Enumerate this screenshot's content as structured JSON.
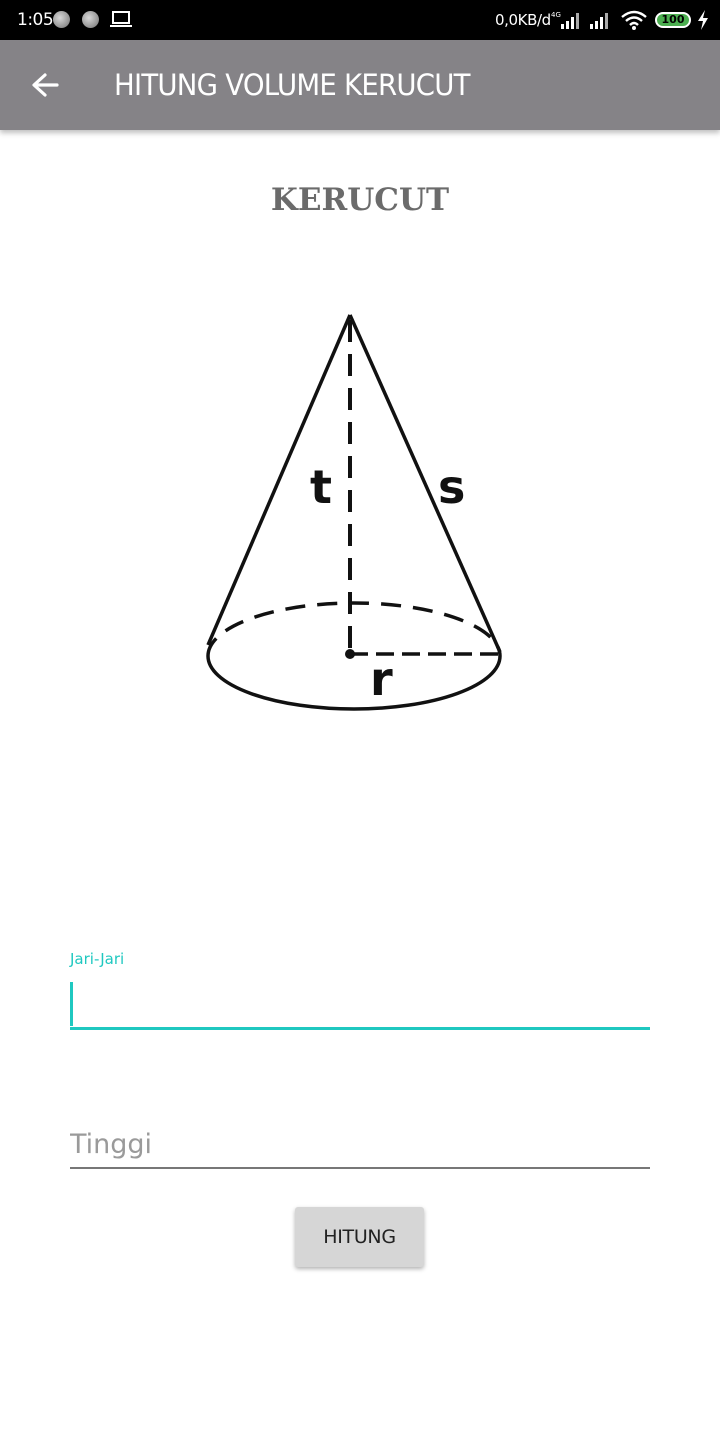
{
  "status_bar": {
    "time": "1:05",
    "data_rate": "0,0KB/d",
    "network": "4G",
    "battery": "100",
    "icons": [
      "notification-dot-icon",
      "notification-dot-icon",
      "laptop-icon",
      "signal-icon",
      "signal-icon",
      "wifi-icon",
      "battery-icon",
      "charging-bolt-icon"
    ]
  },
  "app_bar": {
    "title": "HITUNG VOLUME KERUCUT",
    "back_icon": "arrow-left-icon",
    "background": "#858387"
  },
  "main": {
    "shape_title": "KERUCUT",
    "figure": {
      "icon": "cone-diagram",
      "labels": {
        "height": "t",
        "slant": "s",
        "radius": "r"
      }
    },
    "fields": {
      "jari": {
        "label": "Jari-Jari",
        "value": "",
        "focused": true
      },
      "tinggi": {
        "placeholder": "Tinggi",
        "value": ""
      }
    },
    "button_label": "HITUNG"
  },
  "colors": {
    "accent": "#1fc8c0",
    "title_gray": "#6b6b6b",
    "button_bg": "#d6d6d6"
  }
}
